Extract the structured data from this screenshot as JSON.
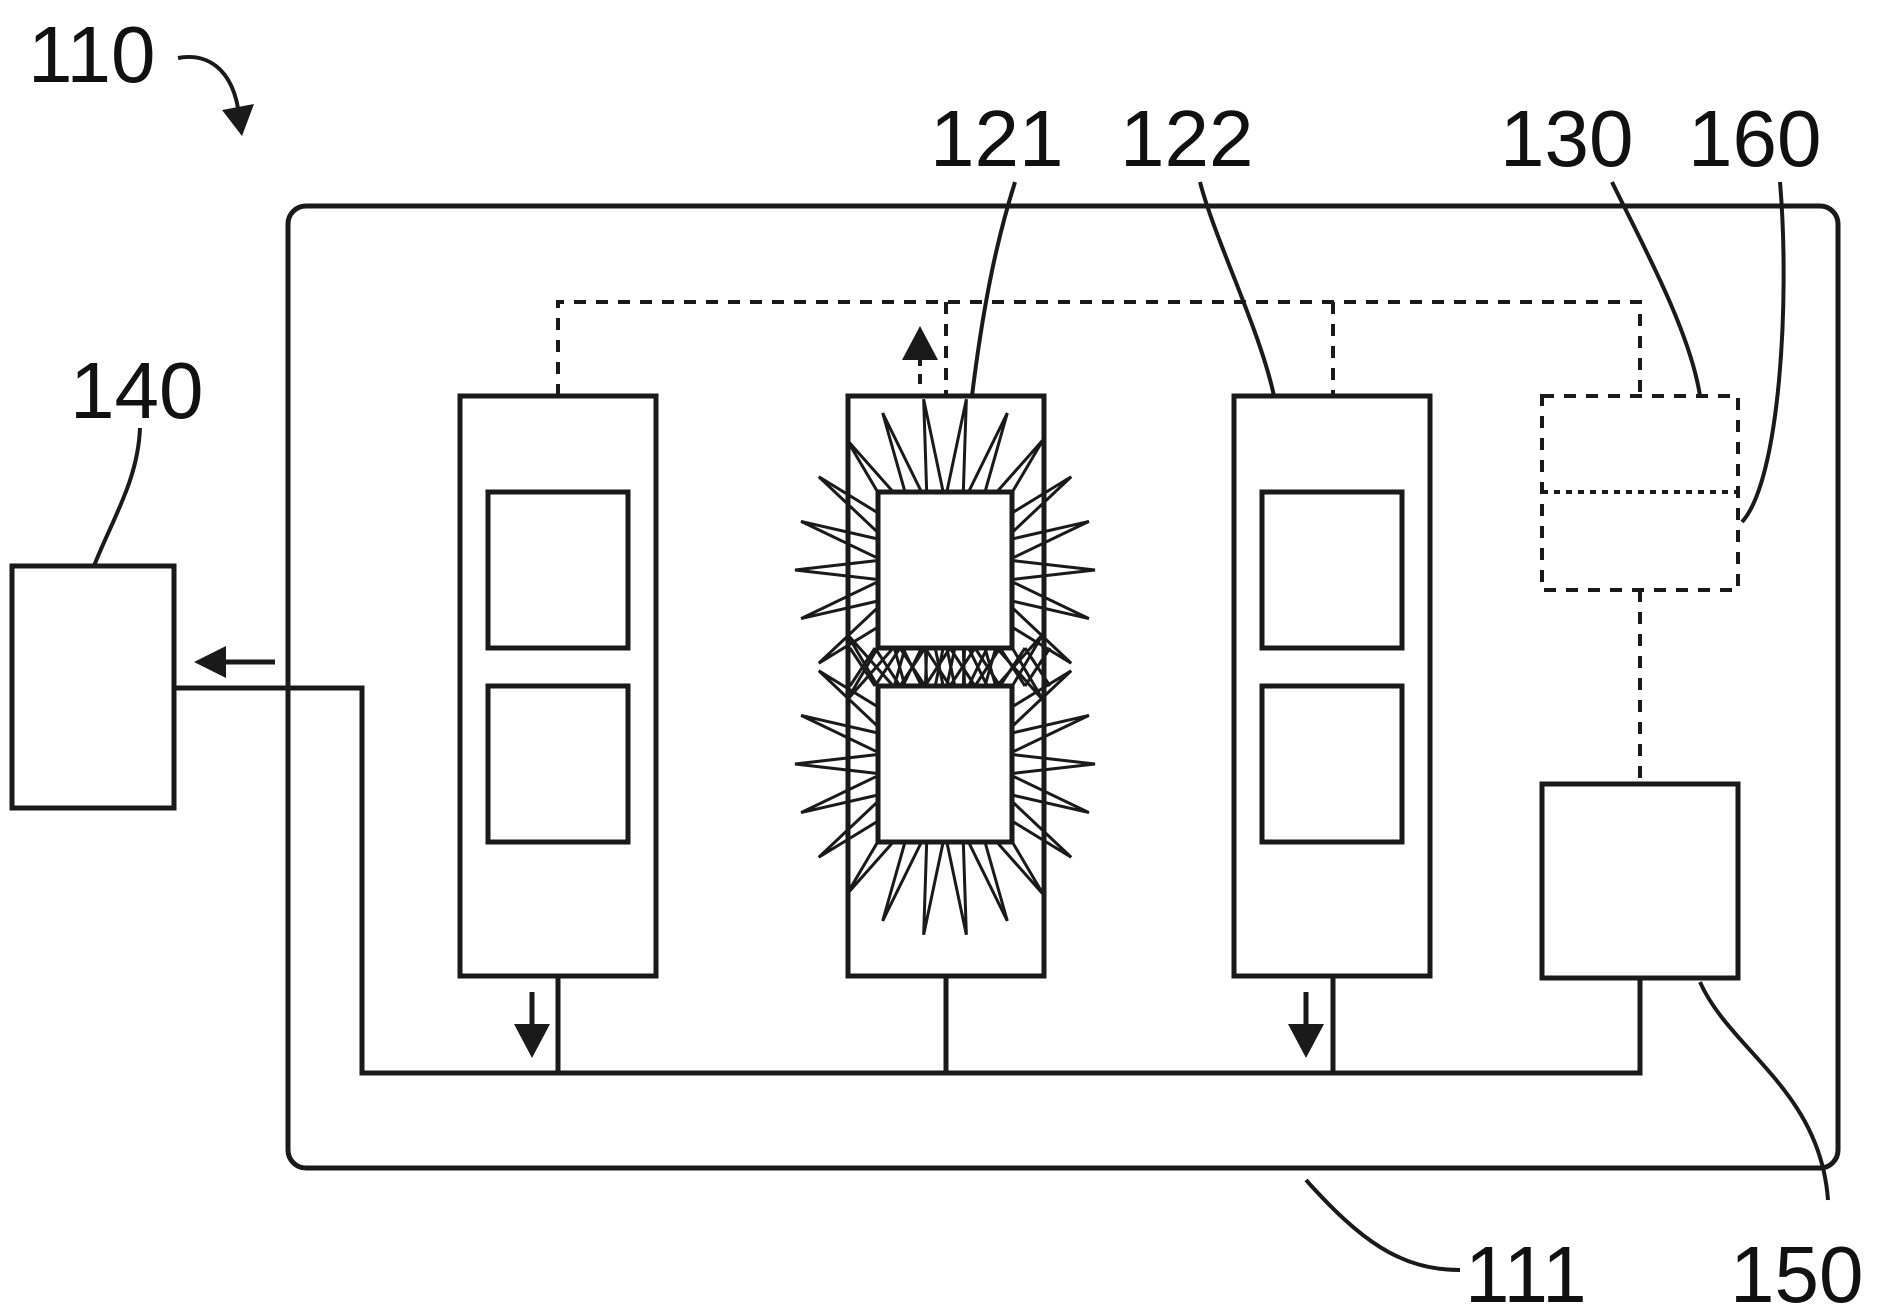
{
  "figure": {
    "labels": {
      "system": "110",
      "housing": "111",
      "module_active": "121",
      "module_right": "122",
      "controller": "130",
      "external_unit": "140",
      "power_unit": "150",
      "sensor": "160"
    }
  },
  "colors": {
    "stroke": "#1a1a1a",
    "background": "#ffffff"
  }
}
